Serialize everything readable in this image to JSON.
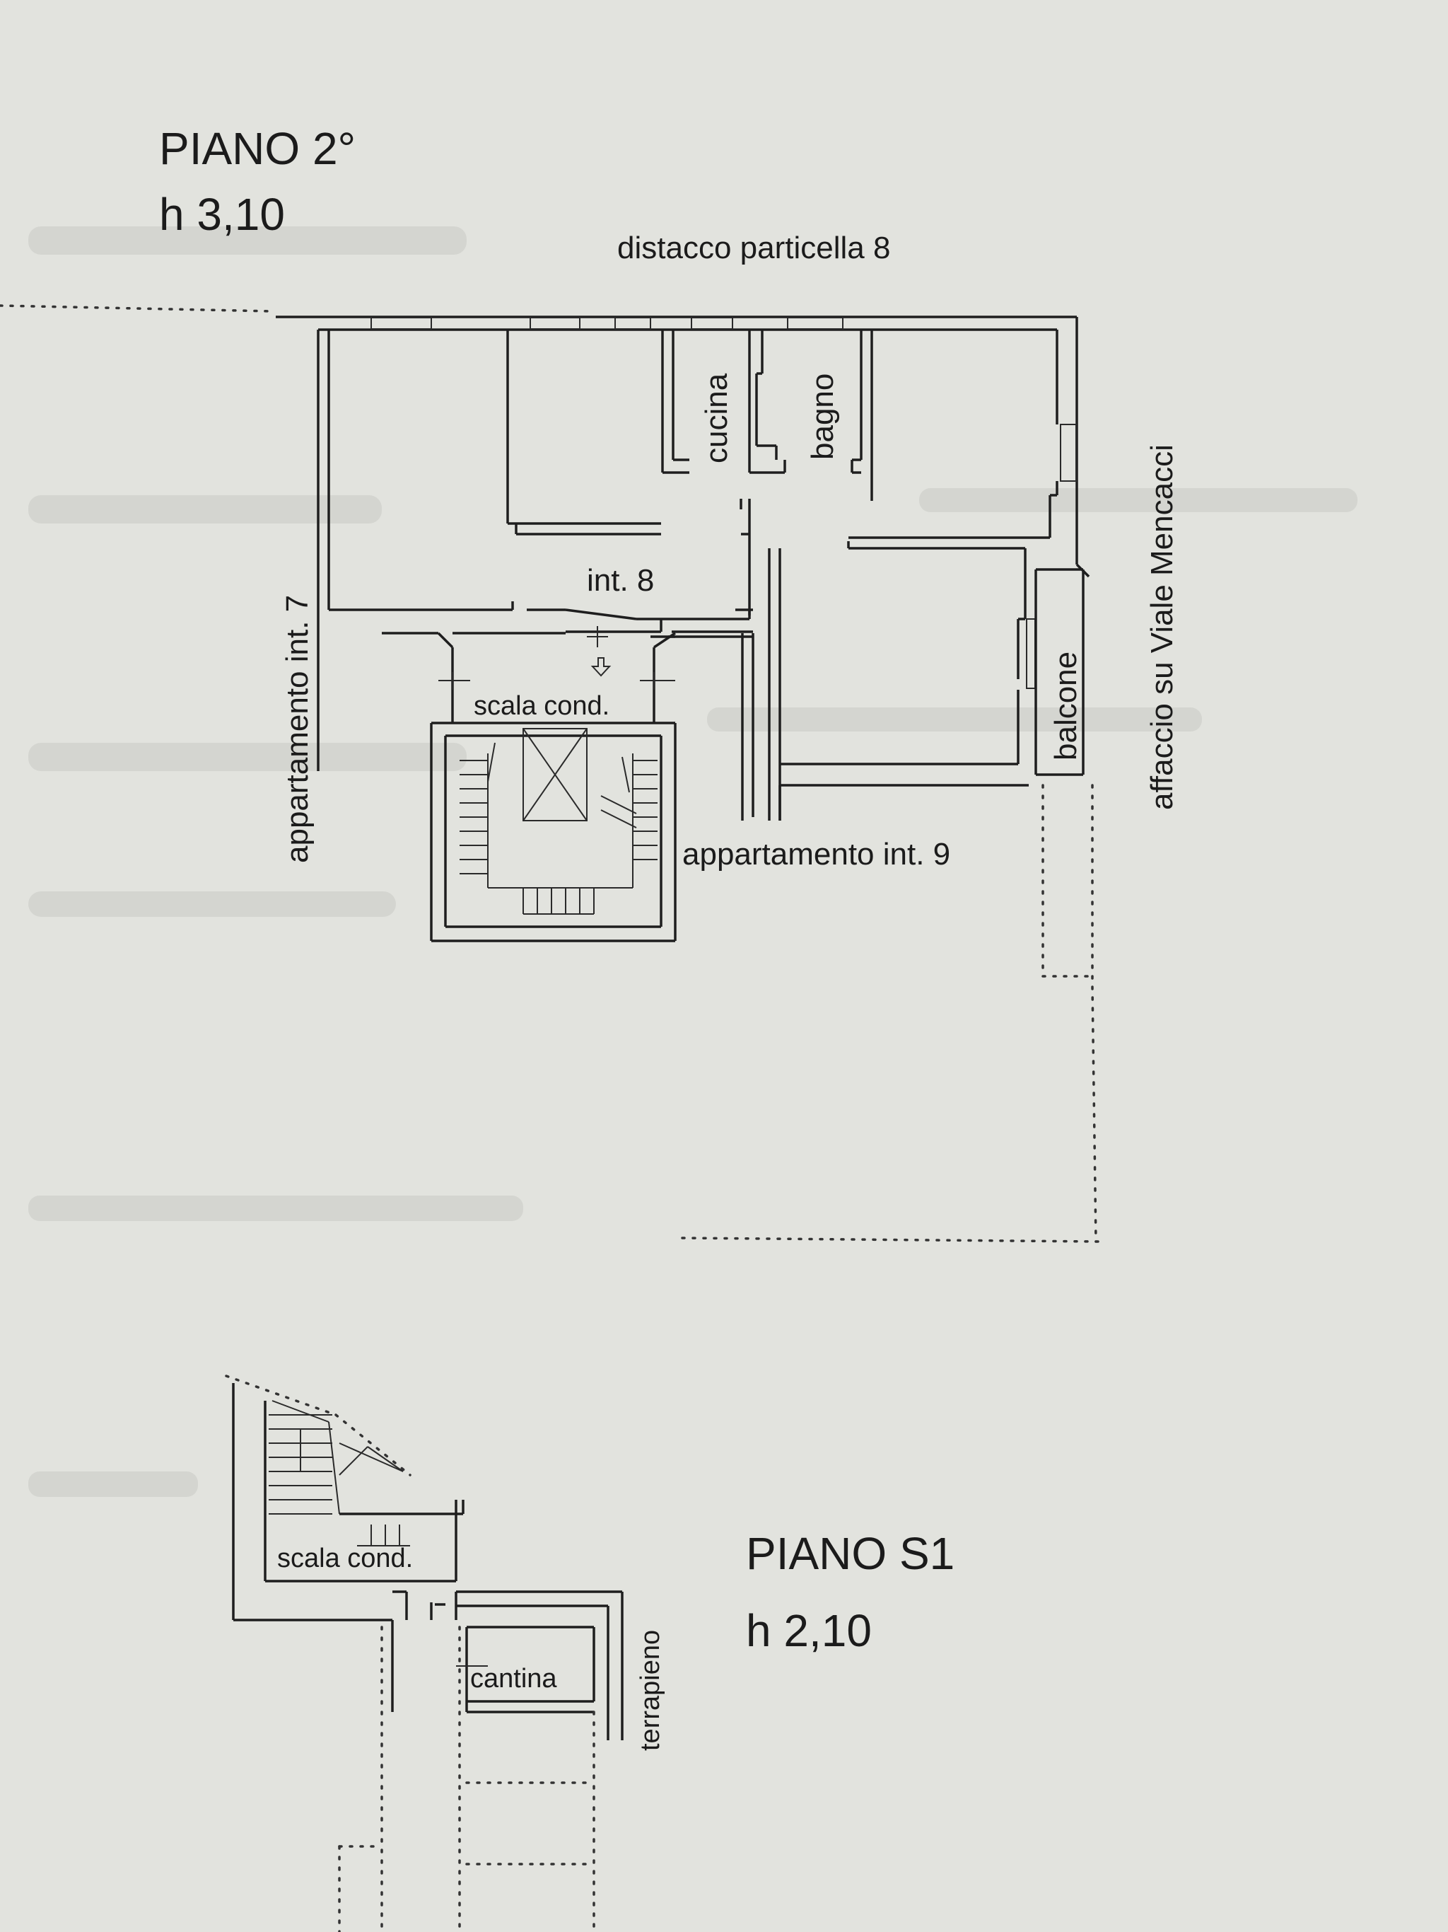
{
  "floor_2": {
    "title": "PIANO 2°",
    "height": "h 3,10",
    "labels": {
      "top": "distacco particella 8",
      "left": "appartamento int. 7",
      "right": "affaccio su Viale Mencacci",
      "unit": "int. 8",
      "kitchen": "cucina",
      "bathroom": "bagno",
      "stairs": "scala cond.",
      "balcony": "balcone",
      "neighbor": "appartamento int. 9"
    }
  },
  "floor_s1": {
    "title": "PIANO S1",
    "height": "h 2,10",
    "labels": {
      "stairs": "scala cond.",
      "cellar": "cantina",
      "earth": "terrapieno"
    }
  },
  "colors": {
    "paper": "#e2e3de",
    "ink": "#1e1e1e"
  }
}
